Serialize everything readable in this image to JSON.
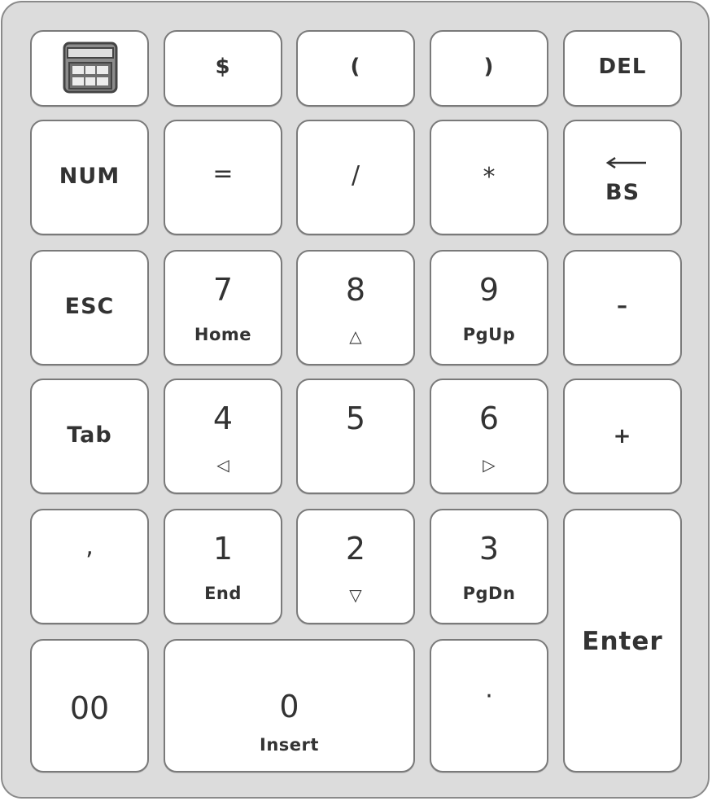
{
  "keypad": {
    "row1": {
      "calculator_icon": "calculator-icon",
      "dollar": "$",
      "paren_open": "(",
      "paren_close": ")",
      "del": "DEL"
    },
    "row2": {
      "num": "NUM",
      "equals": "=",
      "slash": "/",
      "asterisk": "*",
      "backspace_icon": "left-arrow-icon",
      "backspace": "BS"
    },
    "row3": {
      "esc": "ESC",
      "seven": "7",
      "seven_sub": "Home",
      "eight": "8",
      "eight_sub": "△",
      "nine": "9",
      "nine_sub": "PgUp",
      "minus": "–"
    },
    "row4": {
      "tab": "Tab",
      "four": "4",
      "four_sub": "◁",
      "five": "5",
      "six": "6",
      "six_sub": "▷",
      "plus": "+"
    },
    "row5": {
      "comma": ",",
      "one": "1",
      "one_sub": "End",
      "two": "2",
      "two_sub": "▽",
      "three": "3",
      "three_sub": "PgDn",
      "enter": "Enter"
    },
    "row6": {
      "double_zero": "00",
      "zero": "0",
      "zero_sub": "Insert",
      "dot": "·"
    }
  }
}
